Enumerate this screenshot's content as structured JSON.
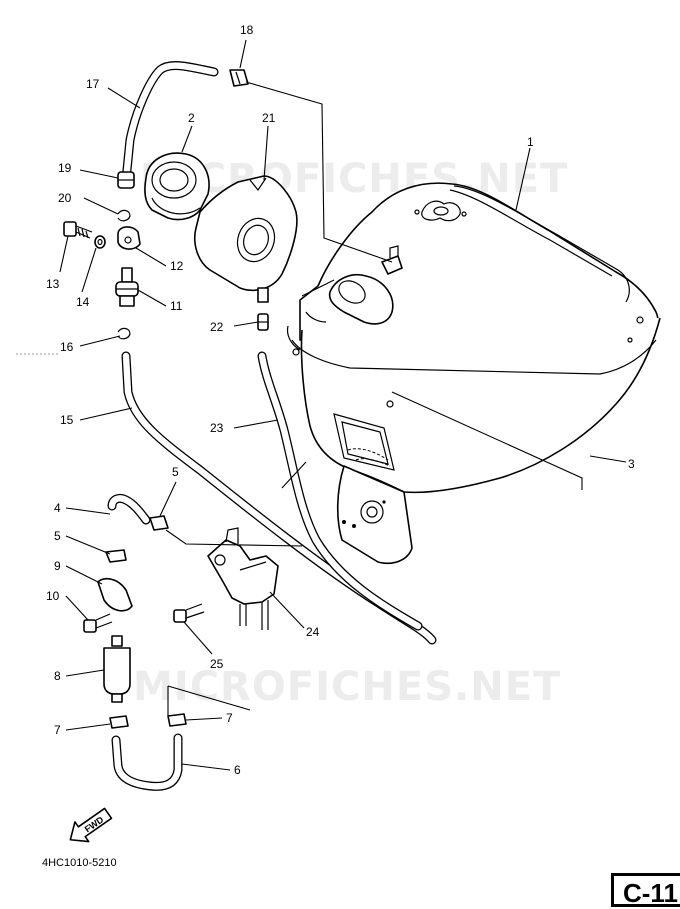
{
  "watermark": "MICROFICHES.NET",
  "part_code": "4HC1010-5210",
  "fwd_label": "FWD",
  "page_tag": "C-11",
  "callouts": {
    "c1": "1",
    "c2": "2",
    "c3": "3",
    "c4": "4",
    "c5a": "5",
    "c5b": "5",
    "c6": "6",
    "c7a": "7",
    "c7b": "7",
    "c8": "8",
    "c9": "9",
    "c10": "10",
    "c11": "11",
    "c12": "12",
    "c13": "13",
    "c14": "14",
    "c15": "15",
    "c16": "16",
    "c17": "17",
    "c18": "18",
    "c19": "19",
    "c20": "20",
    "c21": "21",
    "c22": "22",
    "c23": "23",
    "c24": "24",
    "c25": "25"
  }
}
